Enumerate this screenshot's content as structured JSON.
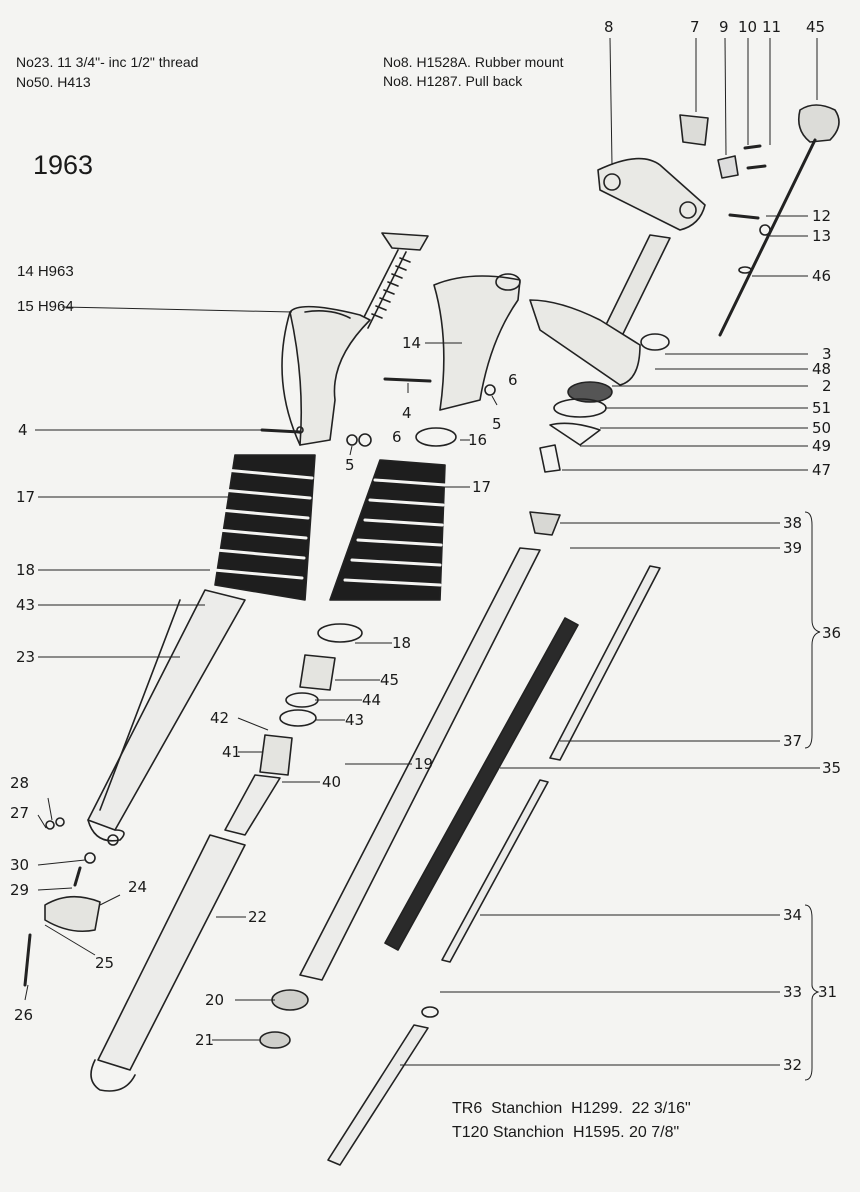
{
  "notes": {
    "top_left_1": "No23. 11 3/4\"- inc 1/2\" thread",
    "top_left_2": "No50.  H413",
    "top_mid_1": "No8. H1528A. Rubber mount",
    "top_mid_2": "No8. H1287. Pull back",
    "year": "1963",
    "ref_14": "14 H963",
    "ref_15": "15 H964",
    "stanchion_tr6": "TR6  Stanchion  H1299.  22 3/16\"",
    "stanchion_t120": "T120 Stanchion  H1595. 20 7/8\""
  },
  "callouts": [
    "8",
    "7",
    "9",
    "10",
    "11",
    "45",
    "12",
    "13",
    "46",
    "3",
    "48",
    "2",
    "51",
    "50",
    "49",
    "47",
    "14",
    "4",
    "5",
    "6",
    "16",
    "17",
    "38",
    "39",
    "36",
    "18",
    "45",
    "44",
    "43",
    "42",
    "41",
    "40",
    "19",
    "37",
    "35",
    "28",
    "27",
    "30",
    "29",
    "24",
    "25",
    "26",
    "22",
    "34",
    "33",
    "31",
    "20",
    "21",
    "32",
    "4",
    "5",
    "6",
    "17",
    "18",
    "43",
    "23"
  ]
}
